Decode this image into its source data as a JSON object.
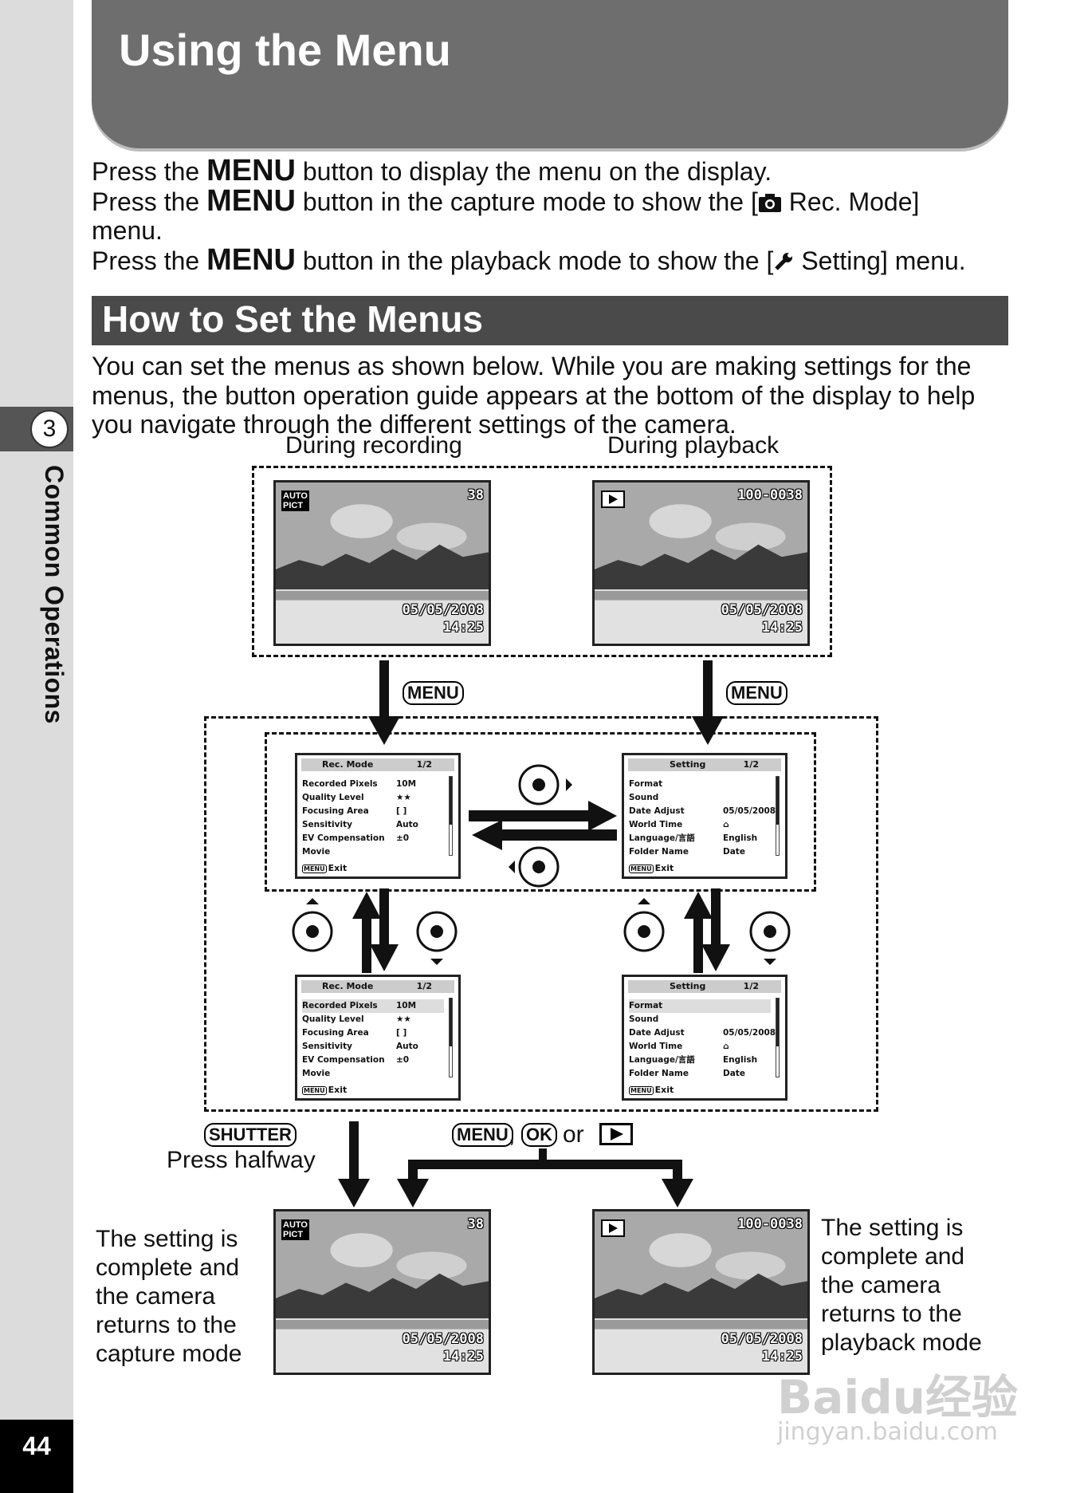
{
  "sidebar": {
    "chapter_number": "3",
    "chapter_label": "Common Operations",
    "page_number": "44"
  },
  "title": "Using the Menu",
  "intro": {
    "l1_a": "Press the ",
    "l1_key": "MENU",
    "l1_b": " button to display the menu on the display.",
    "l2_a": "Press the ",
    "l2_key": "MENU",
    "l2_b": " button in the capture mode to show the [",
    "l2_c": " Rec. Mode]",
    "l3": "menu.",
    "l4_a": "Press the ",
    "l4_key": "MENU",
    "l4_b": " button in the playback mode to show the [",
    "l4_c": " Setting] menu."
  },
  "section_title": "How to Set the Menus",
  "description": "You can set the menus as shown below. While you are making settings for the menus, the button operation guide appears at the bottom of the display to help you navigate through the different settings of the camera.",
  "labels": {
    "during_recording": "During recording",
    "during_playback": "During playback",
    "press_halfway": "Press halfway",
    "comma": ",",
    "or": "or"
  },
  "keys": {
    "menu": "MENU",
    "shutter": "SHUTTER",
    "ok": "OK"
  },
  "capture_screen": {
    "badge_1": "AUTO",
    "badge_2": "PICT",
    "shots": "38",
    "date": "05/05/2008",
    "time": "14:25"
  },
  "playback_screen": {
    "file": "100-0038",
    "date": "05/05/2008",
    "time": "14:25"
  },
  "rec_menu": {
    "title": "Rec. Mode",
    "page": "1/2",
    "exit": "Exit",
    "exit_key": "MENU",
    "rows": [
      {
        "label": "Recorded Pixels",
        "value": "10M"
      },
      {
        "label": "Quality Level",
        "value": "★★"
      },
      {
        "label": "Focusing Area",
        "value": "[ ]"
      },
      {
        "label": "Sensitivity",
        "value": "Auto"
      },
      {
        "label": "EV Compensation",
        "value": "±0"
      },
      {
        "label": "Movie",
        "value": ""
      }
    ]
  },
  "setting_menu": {
    "title": "Setting",
    "page": "1/2",
    "exit": "Exit",
    "exit_key": "MENU",
    "rows": [
      {
        "label": "Format",
        "value": ""
      },
      {
        "label": "Sound",
        "value": ""
      },
      {
        "label": "Date Adjust",
        "value": "05/05/2008"
      },
      {
        "label": "World Time",
        "value": "⌂"
      },
      {
        "label": "Language/言語",
        "value": "English"
      },
      {
        "label": "Folder Name",
        "value": "Date"
      }
    ]
  },
  "capture_caption": "The setting is complete and the camera returns to the capture mode",
  "playback_caption": "The setting is complete and the camera returns to the playback mode",
  "watermark": {
    "brand": "Baidu经验",
    "url": "jingyan.baidu.com"
  }
}
